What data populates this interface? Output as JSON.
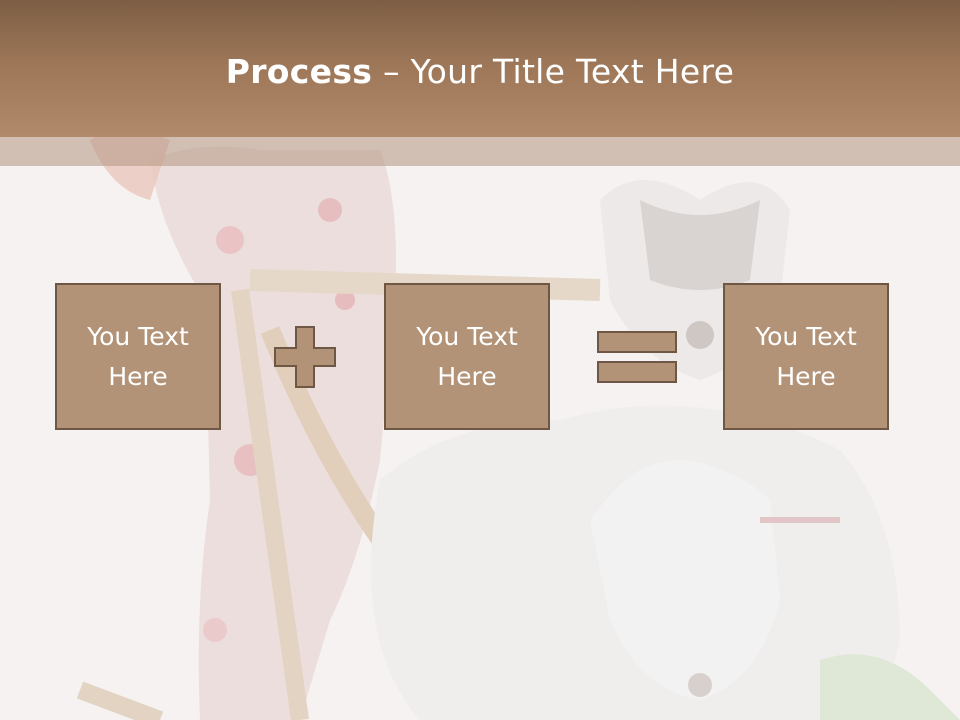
{
  "slide": {
    "title_bold": "Process",
    "title_rest": " – Your Title Text Here"
  },
  "boxes": [
    {
      "text": "You Text Here"
    },
    {
      "text": "You Text Here"
    },
    {
      "text": "You Text Here"
    }
  ],
  "operators": {
    "first": "plus-icon",
    "second": "equals-icon"
  },
  "colors": {
    "title_bar": "#9c7657",
    "box_fill": "#b39377",
    "box_border": "#6e5744",
    "text": "#ffffff"
  }
}
